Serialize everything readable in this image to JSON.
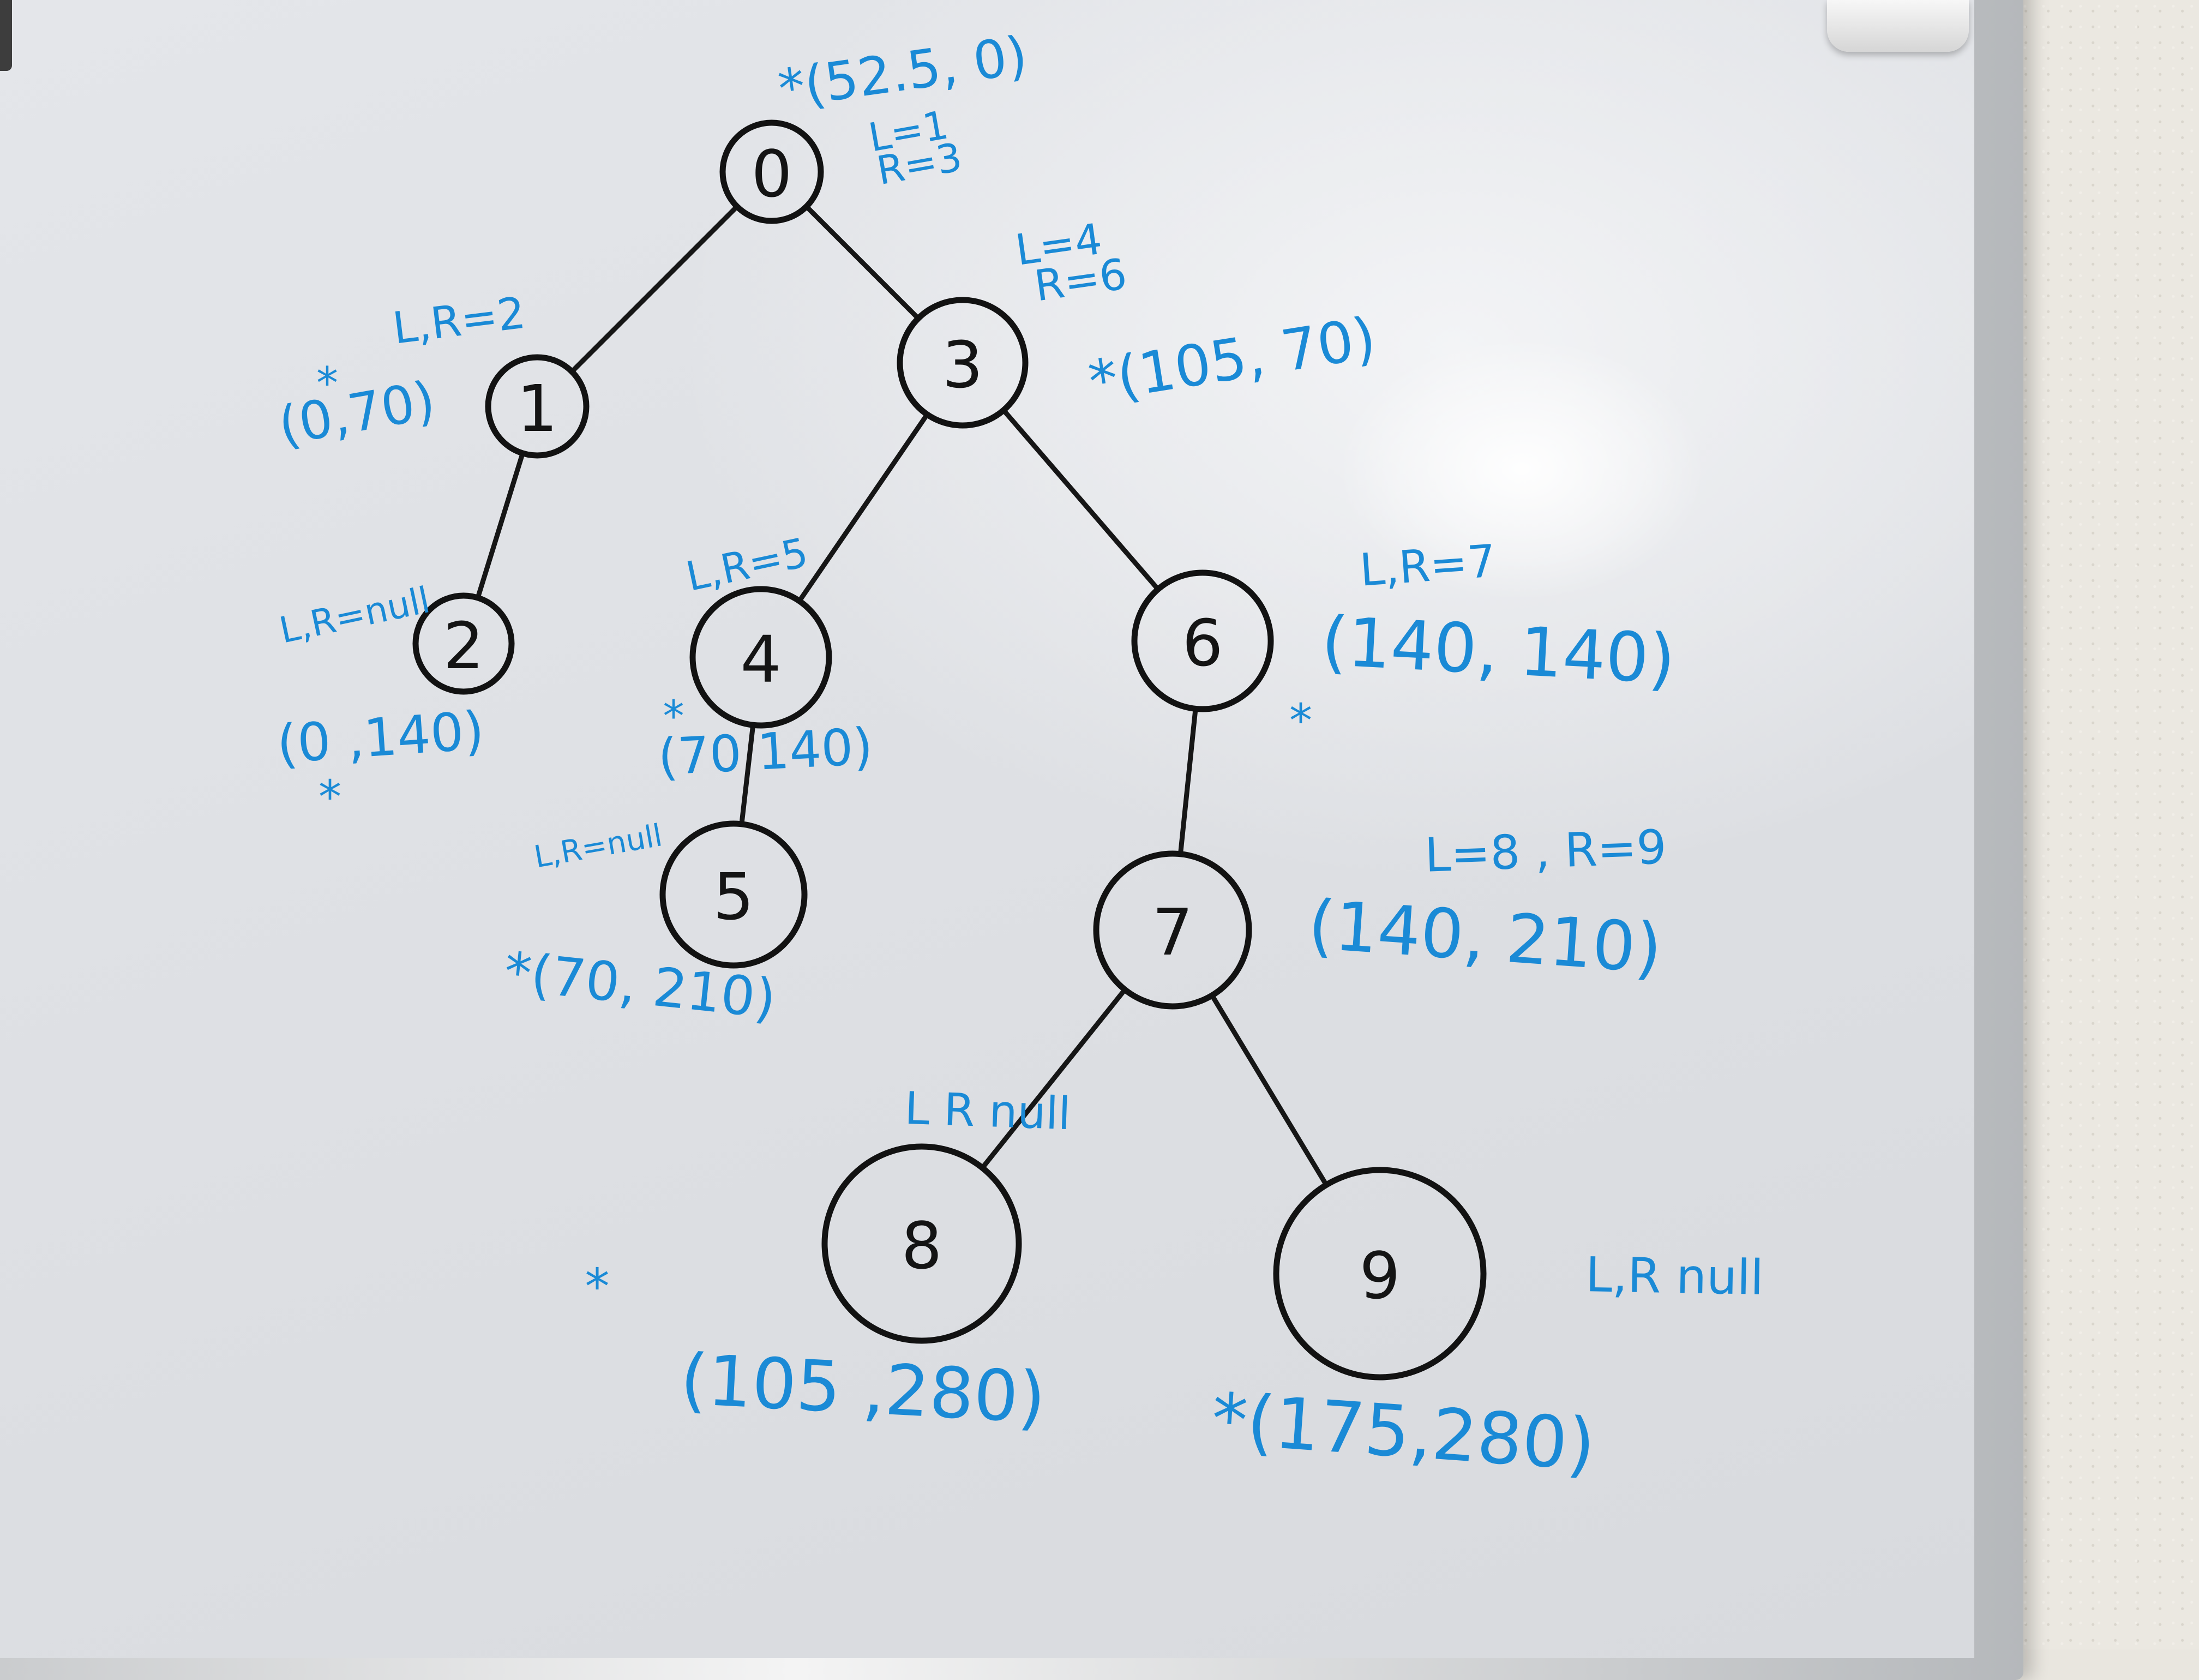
{
  "nodes": [
    {
      "id": "0",
      "label": "0"
    },
    {
      "id": "1",
      "label": "1"
    },
    {
      "id": "2",
      "label": "2"
    },
    {
      "id": "3",
      "label": "3"
    },
    {
      "id": "4",
      "label": "4"
    },
    {
      "id": "5",
      "label": "5"
    },
    {
      "id": "6",
      "label": "6"
    },
    {
      "id": "7",
      "label": "7"
    },
    {
      "id": "8",
      "label": "8"
    },
    {
      "id": "9",
      "label": "9"
    }
  ],
  "edges": [
    {
      "from": "0",
      "to": "1"
    },
    {
      "from": "0",
      "to": "3"
    },
    {
      "from": "1",
      "to": "2"
    },
    {
      "from": "3",
      "to": "4"
    },
    {
      "from": "3",
      "to": "6"
    },
    {
      "from": "4",
      "to": "5"
    },
    {
      "from": "6",
      "to": "7"
    },
    {
      "from": "7",
      "to": "8"
    },
    {
      "from": "7",
      "to": "9"
    }
  ],
  "annotations": {
    "n0_coord": "*(52.5, 0)",
    "n0_l": "L=1",
    "n0_r": "R=3",
    "n1_children": "L,R=2",
    "n1_coord": "(0,70)",
    "n1_star": "*",
    "n2_children": "L,R=null",
    "n2_coord": "(0 ,140)",
    "n2_star": "*",
    "n3_l": "L=4",
    "n3_r": "R=6",
    "n3_coord": "*(105, 70)",
    "n4_children": "L,R=5",
    "n4_coord": "(70 140)",
    "n4_star": "*",
    "n5_children": "L,R=null",
    "n5_coord": "*(70, 210)",
    "n6_children": "L,R=7",
    "n6_coord": "(140, 140)",
    "n6_star": "*",
    "n7_children": "L=8 , R=9",
    "n7_coord": "(140, 210)",
    "n8_children": "L R null",
    "n8_coord": "(105 ,280)",
    "n8_star": "*",
    "n9_children": "L,R null",
    "n9_coord": "*(175,280)"
  },
  "colors": {
    "marker_black": "#141414",
    "marker_blue": "#1a8ad6",
    "board": "#e1e3e7",
    "wall": "#ebe8e1",
    "frame": "#c9cbcd"
  }
}
